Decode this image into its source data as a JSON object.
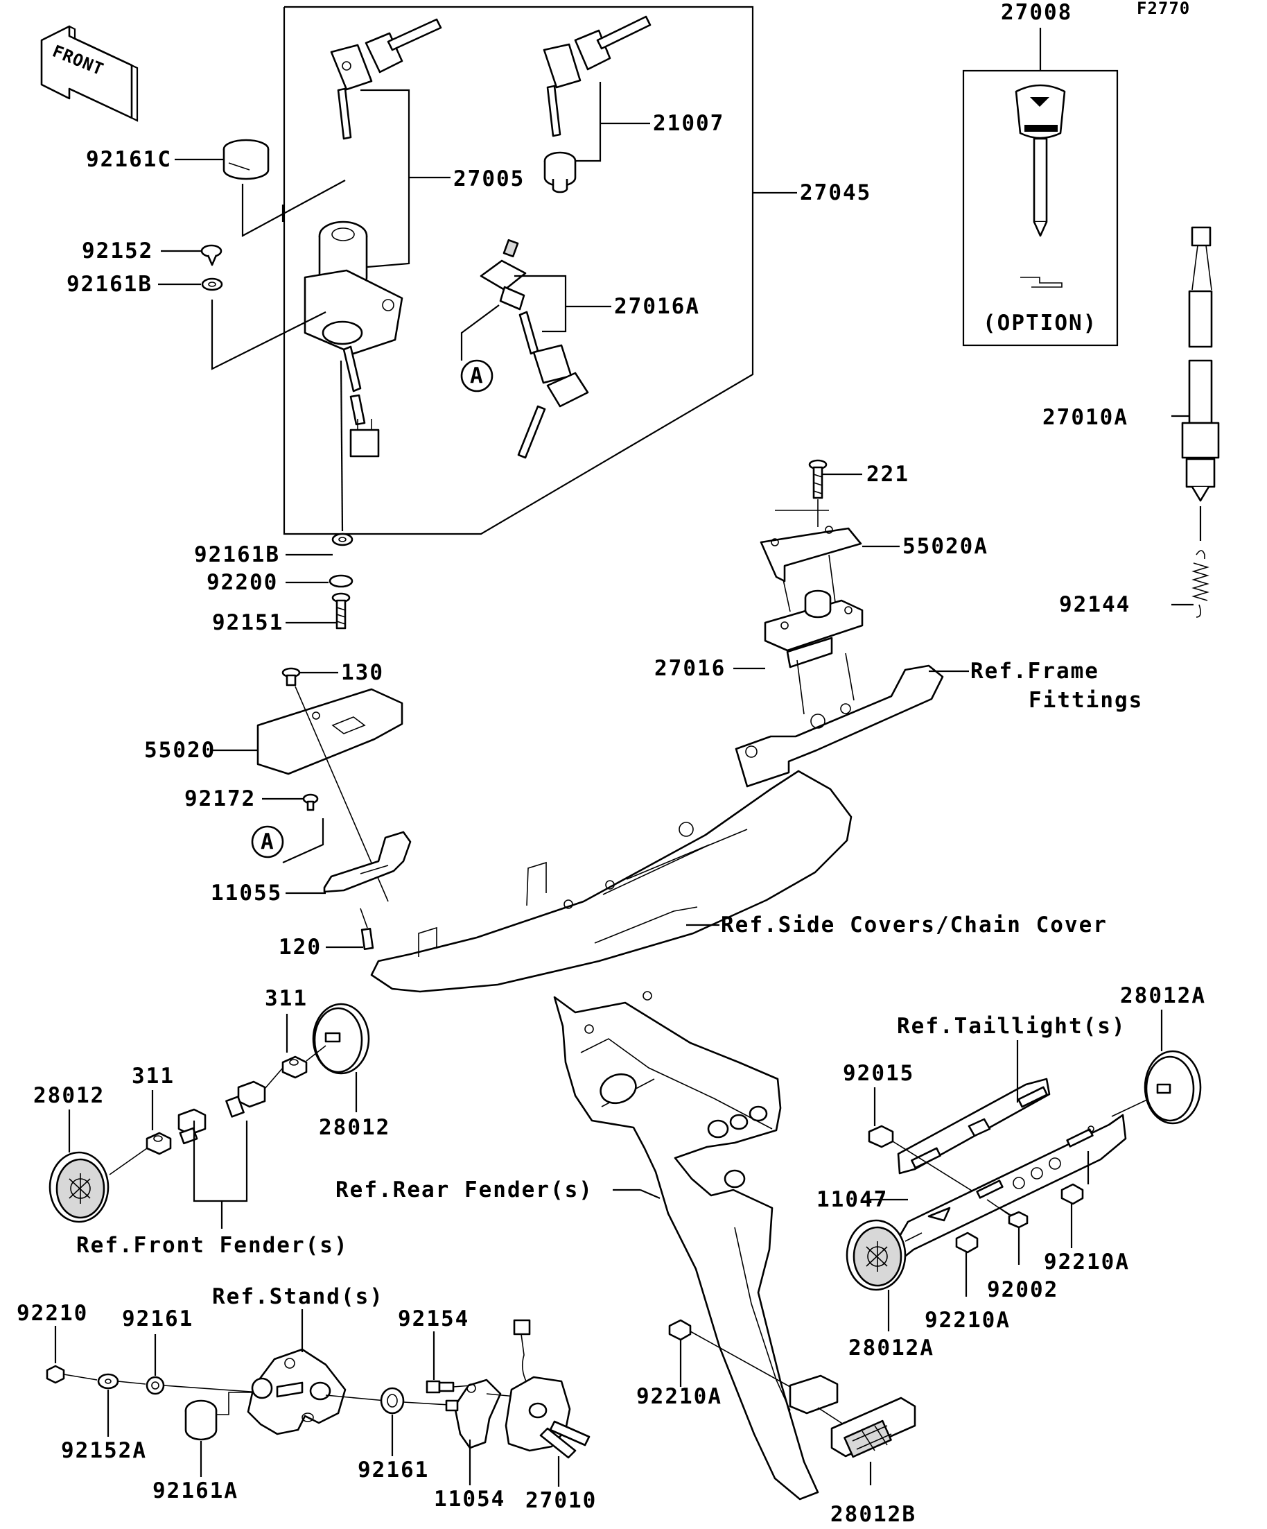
{
  "figure_code": "F2770",
  "front_arrow_label": "FRONT",
  "option_label": "(OPTION)",
  "parts": {
    "p27008": "27008",
    "p92161C": "92161C",
    "p27005": "27005",
    "p21007": "21007",
    "p27045": "27045",
    "p92152": "92152",
    "p92161B_top": "92161B",
    "p27016A": "27016A",
    "pA_top": "A",
    "p27010A": "27010A",
    "p221": "221",
    "p55020A": "55020A",
    "p92161B_bottom": "92161B",
    "p92200": "92200",
    "p92151": "92151",
    "p92144": "92144",
    "p27016": "27016",
    "p130": "130",
    "p55020": "55020",
    "p92172": "92172",
    "pA_bottom": "A",
    "p11055": "11055",
    "p120": "120",
    "p311_top": "311",
    "p28012A_top": "28012A",
    "p311_left": "311",
    "p92015": "92015",
    "p28012_left": "28012",
    "p28012_mid": "28012",
    "p11047": "11047",
    "p92210A_right": "92210A",
    "p92002": "92002",
    "p92210A_mid": "92210A",
    "p28012A_bottom": "28012A",
    "p92210": "92210",
    "p92161_left": "92161",
    "p92154": "92154",
    "p92210A_bottom": "92210A",
    "p92152A": "92152A",
    "p92161A": "92161A",
    "p92161_right": "92161",
    "p11054": "11054",
    "p27010": "27010",
    "p28012B": "28012B"
  },
  "refs": {
    "frame_fittings_1": "Ref.Frame",
    "frame_fittings_2": "Fittings",
    "side_covers": "Ref.Side Covers/Chain Cover",
    "taillight": "Ref.Taillight(s)",
    "rear_fender": "Ref.Rear Fender(s)",
    "front_fender": "Ref.Front Fender(s)",
    "stand": "Ref.Stand(s)"
  }
}
